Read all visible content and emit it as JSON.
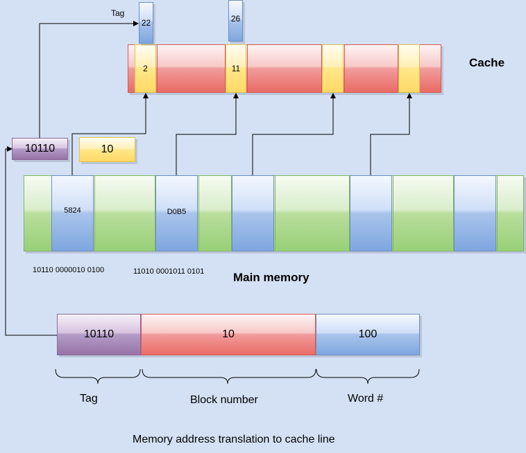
{
  "cache": {
    "title": "Cache",
    "tag_label": "Tag",
    "lines": [
      {
        "index": "2",
        "tag": "22"
      },
      {
        "index": "11",
        "tag": "26"
      },
      {
        "index": "",
        "tag": ""
      },
      {
        "index": "",
        "tag": ""
      }
    ]
  },
  "registers": {
    "tag_value": "10110",
    "block_value": "10"
  },
  "main_memory": {
    "title": "Main memory",
    "blocks": [
      {
        "value": "5824",
        "address": "10110 0000010 0100"
      },
      {
        "value": "D0B5",
        "address": "11010 0001011 0101"
      },
      {
        "value": "",
        "address": ""
      },
      {
        "value": "",
        "address": ""
      },
      {
        "value": "",
        "address": ""
      }
    ]
  },
  "address": {
    "fields": [
      {
        "value": "10110",
        "label": "Tag"
      },
      {
        "value": "10",
        "label": "Block number"
      },
      {
        "value": "100",
        "label": "Word #"
      }
    ]
  },
  "caption": "Memory address translation to cache line",
  "colors": {
    "background": "#d4e1f5",
    "cache_line": "#ea6b66",
    "cache_index": "#ffd966",
    "tag": "#7ea6e0",
    "memory": "#97d077",
    "tag_register": "#9673a6"
  }
}
